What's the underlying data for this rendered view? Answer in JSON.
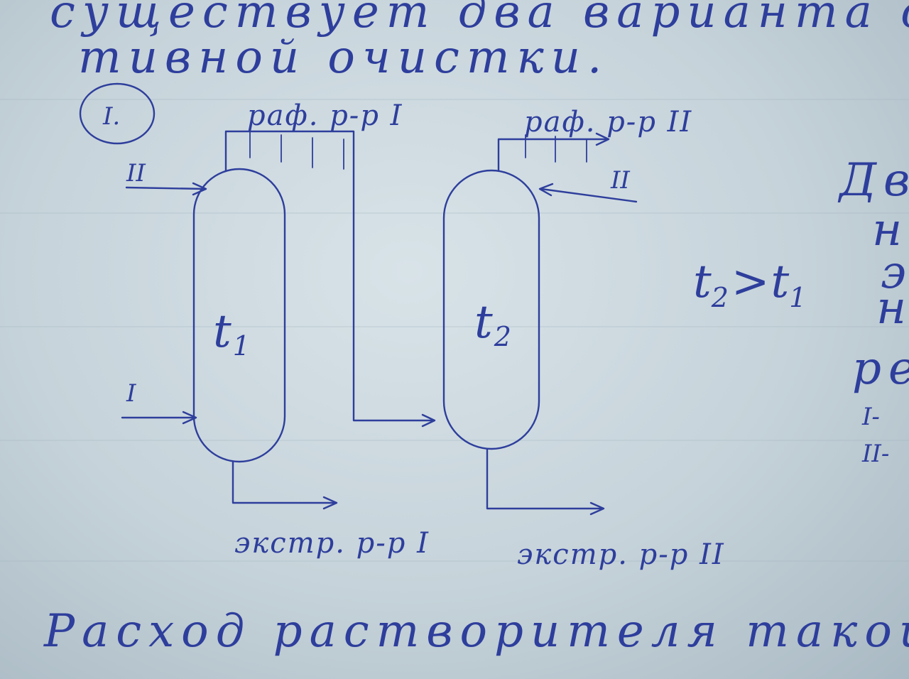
{
  "text": {
    "top_line_1": "существует два варианта двухс",
    "top_line_2": "тивной очистки.",
    "scheme_number": "I.",
    "top_stream_1": "раф. р-р I",
    "top_stream_2": "раф. р-р II",
    "feed_1_label": "II",
    "feed_2_label": "I",
    "feed_3_label": "II",
    "vessel_1_var": "t",
    "vessel_1_sub": "1",
    "vessel_2_var": "t",
    "vessel_2_sub": "2",
    "bottom_stream_1": "экстр. р-р I",
    "bottom_stream_2": "экстр. р-р II",
    "condition_left_var": "t",
    "condition_left_sub": "2",
    "condition_op": ">",
    "condition_right_var": "t",
    "condition_right_sub": "1",
    "right_margin_1": "Две",
    "right_margin_2": "не",
    "right_margin_3": "э",
    "right_margin_4": "н",
    "right_margin_5": "ре",
    "right_margin_6": "I-",
    "right_margin_7": "II-",
    "bottom_line_1": "Расход растворителя такой же",
    "bottom_line_2": ""
  },
  "colors": {
    "ink": "#2e3e9c",
    "paper": "#c6d3da"
  }
}
